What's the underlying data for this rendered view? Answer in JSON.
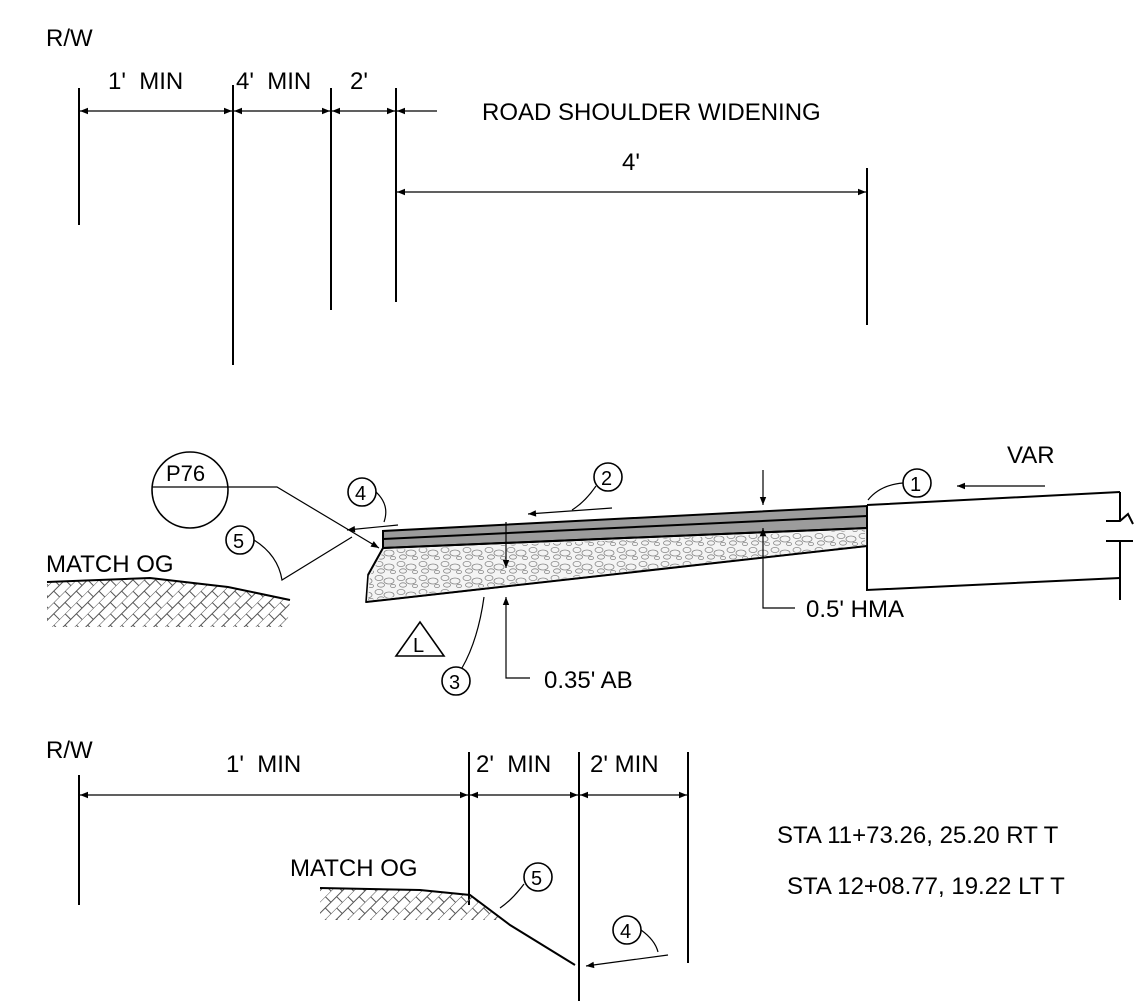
{
  "top_detail": {
    "rw_label": "R/W",
    "dim_1": "1'  MIN",
    "dim_2": "4'  MIN",
    "dim_3": "2'",
    "title": "ROAD SHOULDER WIDENING",
    "dim_widening": "4'"
  },
  "section": {
    "detail_tag": "P76",
    "callouts": [
      "1",
      "2",
      "3",
      "4",
      "5"
    ],
    "var_label": "VAR",
    "match_og": "MATCH OG",
    "hma_label": "0.5' HMA",
    "ab_label": "0.35' AB",
    "triangle_tag": "L"
  },
  "bottom_detail": {
    "rw_label": "R/W",
    "dim_1": "1'  MIN",
    "dim_2": "2'  MIN",
    "dim_3": "2' MIN",
    "match_og": "MATCH OG",
    "callout_5": "5",
    "callout_4": "4"
  },
  "stations": {
    "line_1": "STA 11+73.26, 25.20 RT T",
    "line_2": "STA 12+08.77, 19.22 LT T"
  },
  "colors": {
    "line": "#000000",
    "hma_fill": "#9c9c9c",
    "ab_fill": "#f4f4f4"
  }
}
